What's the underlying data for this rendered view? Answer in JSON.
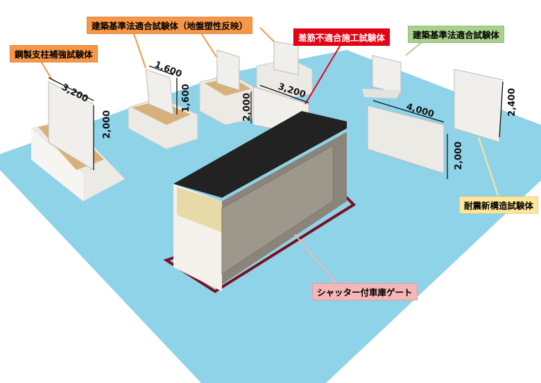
{
  "labels": {
    "steel_column": "鋼製支柱補強試験体",
    "code_compliant_ground": "建築基準法適合試験体（地盤塑性反映）",
    "rebar_noncompliant": "差筋不適合施工試験体",
    "code_compliant": "建築基準法適合試験体",
    "seismic_new": "耐震新構造試験体",
    "shutter_gate": "シャッター付車庫ゲート"
  },
  "dimensions": {
    "d1": "3,200",
    "d2": "2,000",
    "d3": "1,600",
    "d4": "1,600",
    "d5": "3,200",
    "d6": "2,000",
    "d7": "4,000",
    "d8": "2,400",
    "d9": "2,000"
  },
  "colors": {
    "orange": "#f79646",
    "red": "#e60012",
    "green": "#a9d18e",
    "yellow": "#ffe699",
    "pink": "#f4b6b6",
    "floor": "#8fd3e8"
  }
}
